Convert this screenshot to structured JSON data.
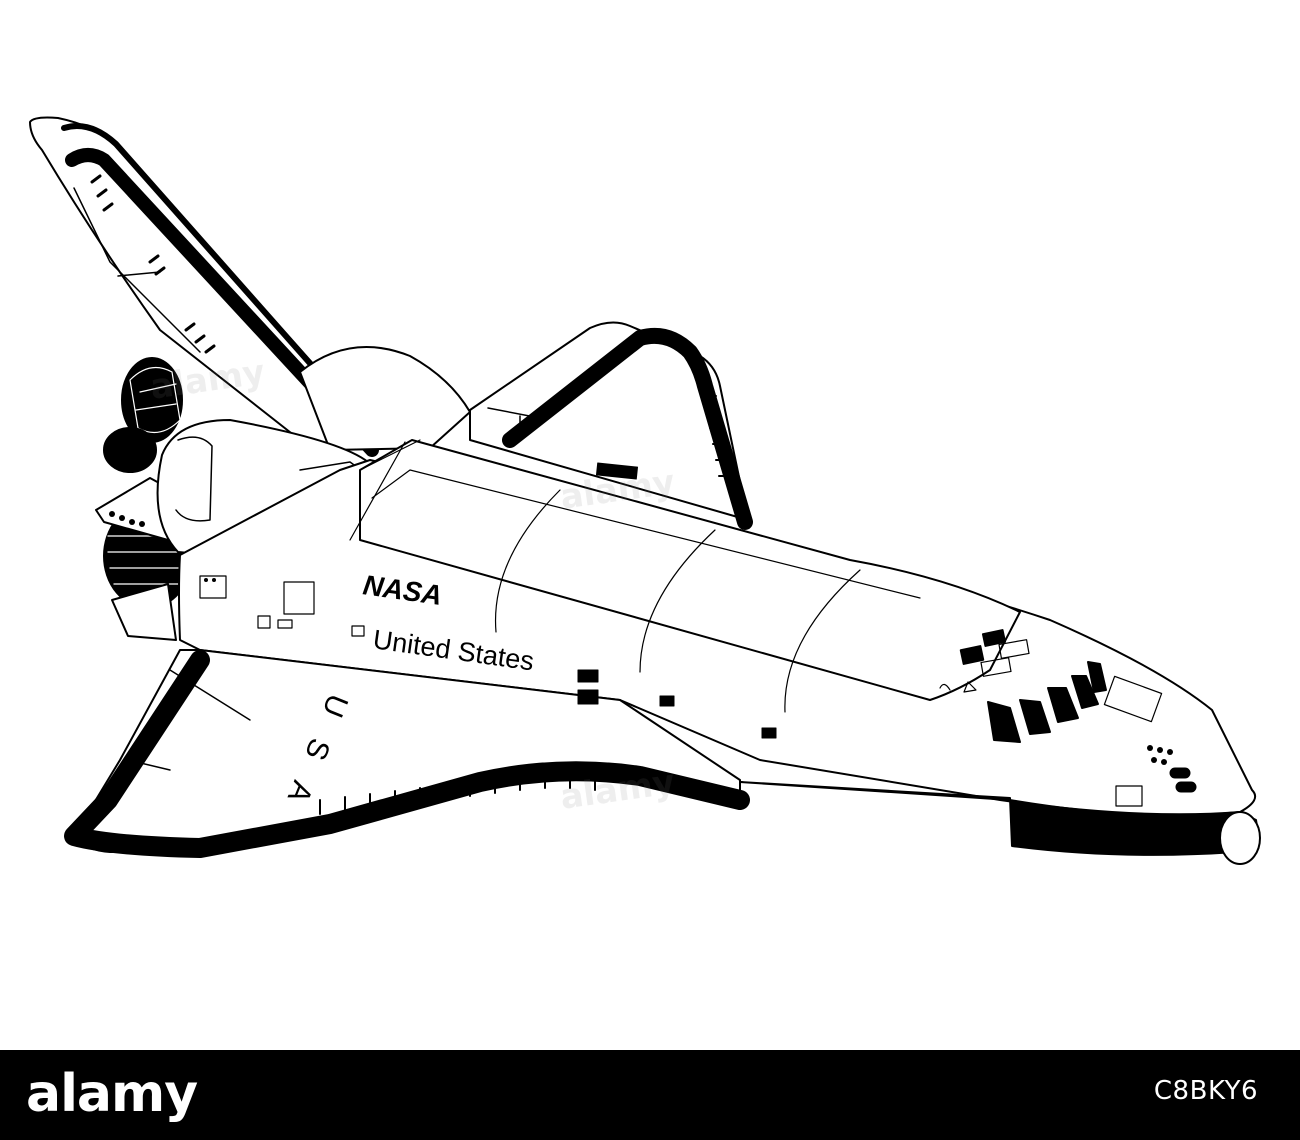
{
  "image": {
    "subject": "space shuttle orbiter",
    "labels": {
      "nasa_logo": "NASA",
      "fuselage_name": "United States",
      "wing_marking": "USA"
    }
  },
  "footer": {
    "brand": "alamy",
    "image_id": "C8BKY6"
  },
  "colors": {
    "ink": "#000000",
    "paper": "#ffffff",
    "footer_bg": "#000000"
  }
}
